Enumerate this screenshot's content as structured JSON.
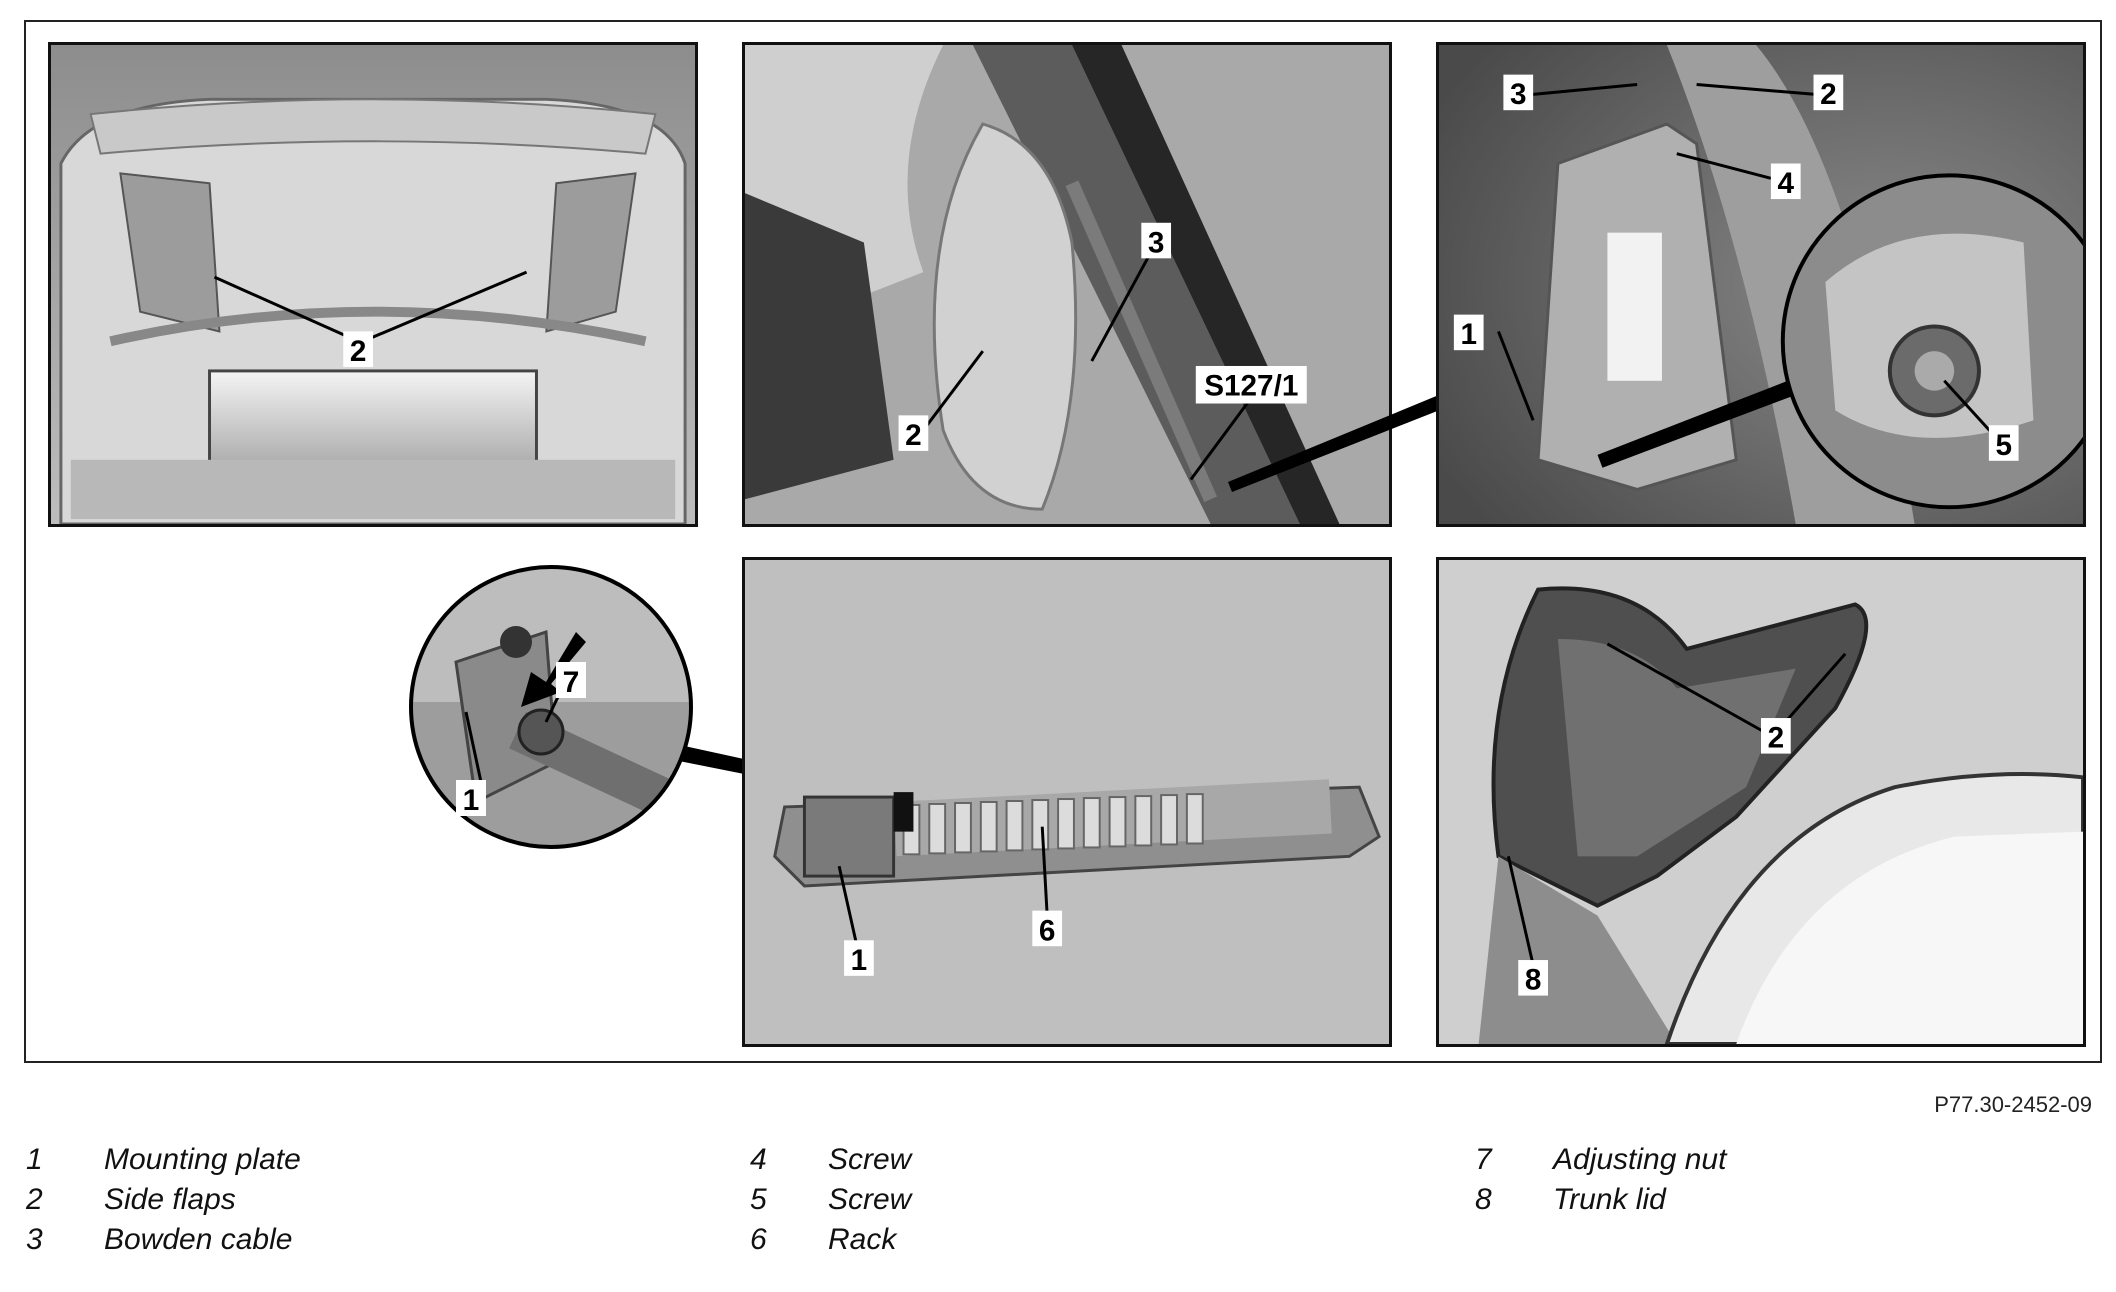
{
  "figure_id": "P77.30-2452-09",
  "callouts": {
    "p1_2": "2",
    "p2_3": "3",
    "p2_2": "2",
    "p2_s127": "S127/1",
    "p3_3": "3",
    "p3_2": "2",
    "p3_4": "4",
    "p3_1": "1",
    "p3_5": "5",
    "mag_7": "7",
    "mag_1": "1",
    "p4_1": "1",
    "p4_6": "6",
    "p5_2": "2",
    "p5_8": "8"
  },
  "legend": [
    [
      {
        "num": "1",
        "label": "Mounting plate"
      },
      {
        "num": "2",
        "label": "Side flaps"
      },
      {
        "num": "3",
        "label": "Bowden cable"
      }
    ],
    [
      {
        "num": "4",
        "label": "Screw"
      },
      {
        "num": "5",
        "label": "Screw"
      },
      {
        "num": "6",
        "label": "Rack"
      }
    ],
    [
      {
        "num": "7",
        "label": "Adjusting nut"
      },
      {
        "num": "8",
        "label": "Trunk lid"
      }
    ]
  ]
}
